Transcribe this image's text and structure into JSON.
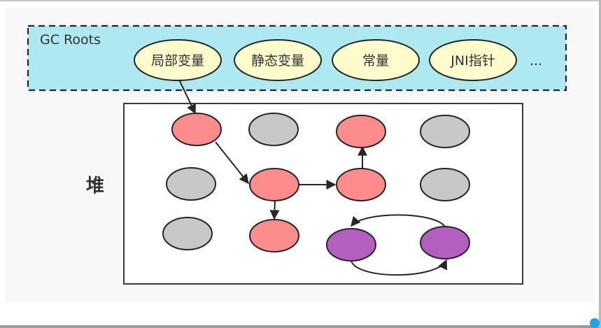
{
  "gc_roots": {
    "title": "GC Roots",
    "roots": [
      {
        "id": "local-variables",
        "label": "局部变量"
      },
      {
        "id": "static-variables",
        "label": "静态变量"
      },
      {
        "id": "constants",
        "label": "常量"
      },
      {
        "id": "jni-pointers",
        "label": "JNI指针"
      }
    ],
    "more_label": "..."
  },
  "heap": {
    "label": "堆",
    "objects": [
      {
        "id": "obj-r1c1",
        "state": "reachable"
      },
      {
        "id": "obj-r1c2",
        "state": "unreachable"
      },
      {
        "id": "obj-r1c3",
        "state": "reachable"
      },
      {
        "id": "obj-r1c4",
        "state": "unreachable"
      },
      {
        "id": "obj-r2c1",
        "state": "unreachable"
      },
      {
        "id": "obj-r2c2",
        "state": "reachable"
      },
      {
        "id": "obj-r2c3",
        "state": "reachable"
      },
      {
        "id": "obj-r2c4",
        "state": "unreachable"
      },
      {
        "id": "obj-r3c1",
        "state": "unreachable"
      },
      {
        "id": "obj-r3c2",
        "state": "reachable"
      },
      {
        "id": "obj-r3c3",
        "state": "circular"
      },
      {
        "id": "obj-r3c4",
        "state": "circular"
      }
    ],
    "references": [
      {
        "from": "local-variables",
        "to": "obj-r1c1"
      },
      {
        "from": "obj-r1c1",
        "to": "obj-r2c2"
      },
      {
        "from": "obj-r2c2",
        "to": "obj-r2c3"
      },
      {
        "from": "obj-r2c3",
        "to": "obj-r1c3"
      },
      {
        "from": "obj-r2c2",
        "to": "obj-r3c2"
      },
      {
        "from": "obj-r3c4",
        "to": "obj-r3c3"
      },
      {
        "from": "obj-r3c3",
        "to": "obj-r3c4"
      }
    ]
  },
  "colors": {
    "gc_roots_bg": "#aee8f0",
    "root_fill": "#fefccc",
    "reachable": "#fe8c8c",
    "unreachable": "#c8c8c8",
    "circular": "#b35fc0",
    "stroke": "#262626",
    "status_dot": "#1ea5e8"
  }
}
